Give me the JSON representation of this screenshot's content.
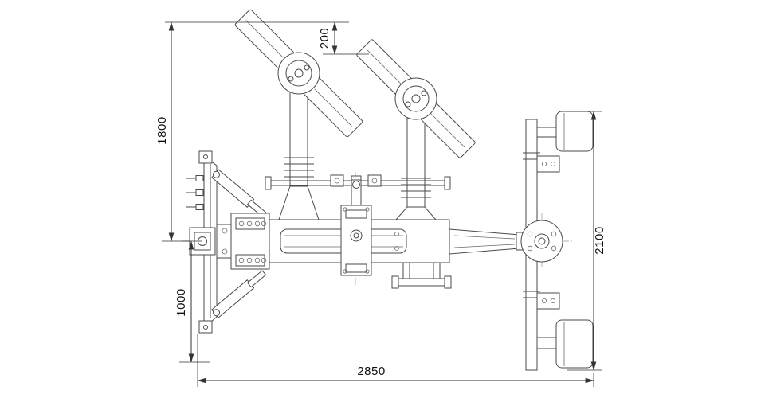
{
  "dimensions": {
    "top_offset": "200",
    "height_upper": "1800",
    "height_lower": "1000",
    "overall_width": "2850",
    "overall_height": "2100"
  },
  "colors": {
    "background": "#ffffff",
    "line": "#4a4a4a",
    "dimension_line": "#333333",
    "dimension_text": "#111111"
  }
}
